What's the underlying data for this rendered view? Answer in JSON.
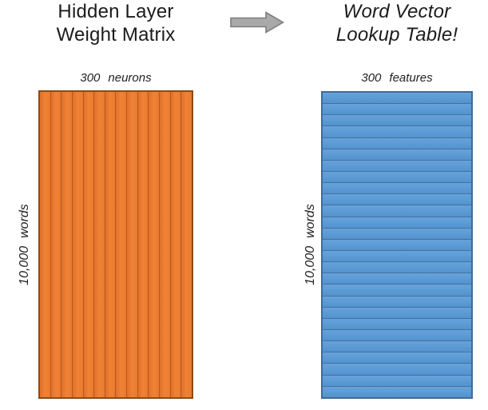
{
  "page": {
    "background": "#FFFFFF",
    "text_color": "#1C1C1C"
  },
  "left_panel": {
    "title_line1": "Hidden Layer",
    "title_line2": "Weight Matrix",
    "top_label": {
      "count": "300",
      "unit": "neurons"
    },
    "side_label": {
      "count": "10,000",
      "unit": "words"
    },
    "matrix": {
      "orientation": "columns",
      "stripe_count": 14,
      "fill": "#ED7D31",
      "line": "#B65A1E",
      "border": "#8D4A12"
    }
  },
  "arrow": {
    "direction": "right",
    "fill": "#A9A9A9",
    "stroke": "#7F7F7F"
  },
  "right_panel": {
    "title_line1": "Word Vector",
    "title_line2": "Lookup Table!",
    "top_label": {
      "count": "300",
      "unit": "features"
    },
    "side_label": {
      "count": "10,000",
      "unit": "words"
    },
    "matrix": {
      "orientation": "rows",
      "stripe_count": 27,
      "fill": "#5B9BD5",
      "line": "#41719C",
      "border": "#3E6B98"
    }
  }
}
